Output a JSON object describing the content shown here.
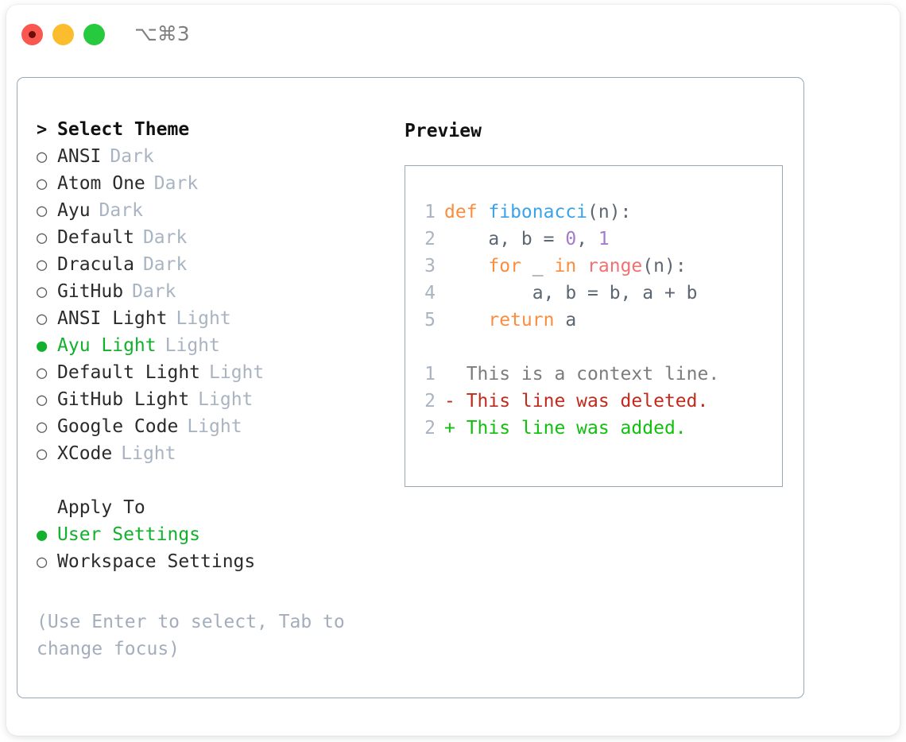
{
  "window": {
    "title": "⌥⌘3",
    "traffic_lights": [
      "close-red",
      "minimize-amber",
      "maximize-green"
    ]
  },
  "theme_picker": {
    "header": {
      "marker": ">",
      "label": "Select Theme"
    },
    "items": [
      {
        "marker": "○",
        "label": "ANSI",
        "badge": "Dark",
        "selected": false
      },
      {
        "marker": "○",
        "label": "Atom One",
        "badge": "Dark",
        "selected": false
      },
      {
        "marker": "○",
        "label": "Ayu",
        "badge": "Dark",
        "selected": false
      },
      {
        "marker": "○",
        "label": "Default",
        "badge": "Dark",
        "selected": false
      },
      {
        "marker": "○",
        "label": "Dracula",
        "badge": "Dark",
        "selected": false
      },
      {
        "marker": "○",
        "label": "GitHub",
        "badge": "Dark",
        "selected": false
      },
      {
        "marker": "○",
        "label": "ANSI Light",
        "badge": "Light",
        "selected": false
      },
      {
        "marker": "●",
        "label": "Ayu Light",
        "badge": "Light",
        "selected": true
      },
      {
        "marker": "○",
        "label": "Default Light",
        "badge": "Light",
        "selected": false
      },
      {
        "marker": "○",
        "label": "GitHub Light",
        "badge": "Light",
        "selected": false
      },
      {
        "marker": "○",
        "label": "Google Code",
        "badge": "Light",
        "selected": false
      },
      {
        "marker": "○",
        "label": "XCode",
        "badge": "Light",
        "selected": false
      }
    ]
  },
  "apply_to": {
    "header": {
      "marker": " ",
      "label": "Apply To"
    },
    "items": [
      {
        "marker": "●",
        "label": "User Settings",
        "selected": true
      },
      {
        "marker": "○",
        "label": "Workspace Settings",
        "selected": false
      }
    ]
  },
  "hint": "(Use Enter to select, Tab to change focus)",
  "preview": {
    "title": "Preview",
    "code_lines": [
      {
        "num": "1",
        "tokens": [
          {
            "t": "def ",
            "c": "tok-kw"
          },
          {
            "t": "fibonacci",
            "c": "tok-fn"
          },
          {
            "t": "(n):",
            "c": "tok-pln"
          }
        ]
      },
      {
        "num": "2",
        "tokens": [
          {
            "t": "    a, b = ",
            "c": "tok-pln"
          },
          {
            "t": "0",
            "c": "tok-num"
          },
          {
            "t": ", ",
            "c": "tok-pln"
          },
          {
            "t": "1",
            "c": "tok-num"
          }
        ]
      },
      {
        "num": "3",
        "tokens": [
          {
            "t": "    ",
            "c": "tok-pln"
          },
          {
            "t": "for",
            "c": "tok-kw"
          },
          {
            "t": " _ ",
            "c": "tok-pln"
          },
          {
            "t": "in",
            "c": "tok-kw"
          },
          {
            "t": " ",
            "c": "tok-pln"
          },
          {
            "t": "range",
            "c": "tok-bi"
          },
          {
            "t": "(n):",
            "c": "tok-pln"
          }
        ]
      },
      {
        "num": "4",
        "tokens": [
          {
            "t": "        a, b = b, a + b",
            "c": "tok-pln"
          }
        ]
      },
      {
        "num": "5",
        "tokens": [
          {
            "t": "    ",
            "c": "tok-pln"
          },
          {
            "t": "return",
            "c": "tok-kw"
          },
          {
            "t": " a",
            "c": "tok-pln"
          }
        ]
      }
    ],
    "diff_lines": [
      {
        "num": "1",
        "sign": " ",
        "text": "This is a context line.",
        "kind": "diff-ctx"
      },
      {
        "num": "2",
        "sign": "-",
        "text": "This line was deleted.",
        "kind": "diff-del"
      },
      {
        "num": "2",
        "sign": "+",
        "text": "This line was added.",
        "kind": "diff-add"
      }
    ]
  },
  "colors": {
    "accent_green": "#12b02c",
    "badge_gray": "#a9b4c2",
    "border": "#9aa7b5",
    "keyword_orange": "#fa8d3e",
    "function_blue": "#3ba3e8",
    "builtin_red": "#f07171",
    "number_purple": "#a37acc",
    "plain": "#5c6773",
    "diff_deleted": "#c22a1e",
    "diff_added": "#11c00e"
  }
}
